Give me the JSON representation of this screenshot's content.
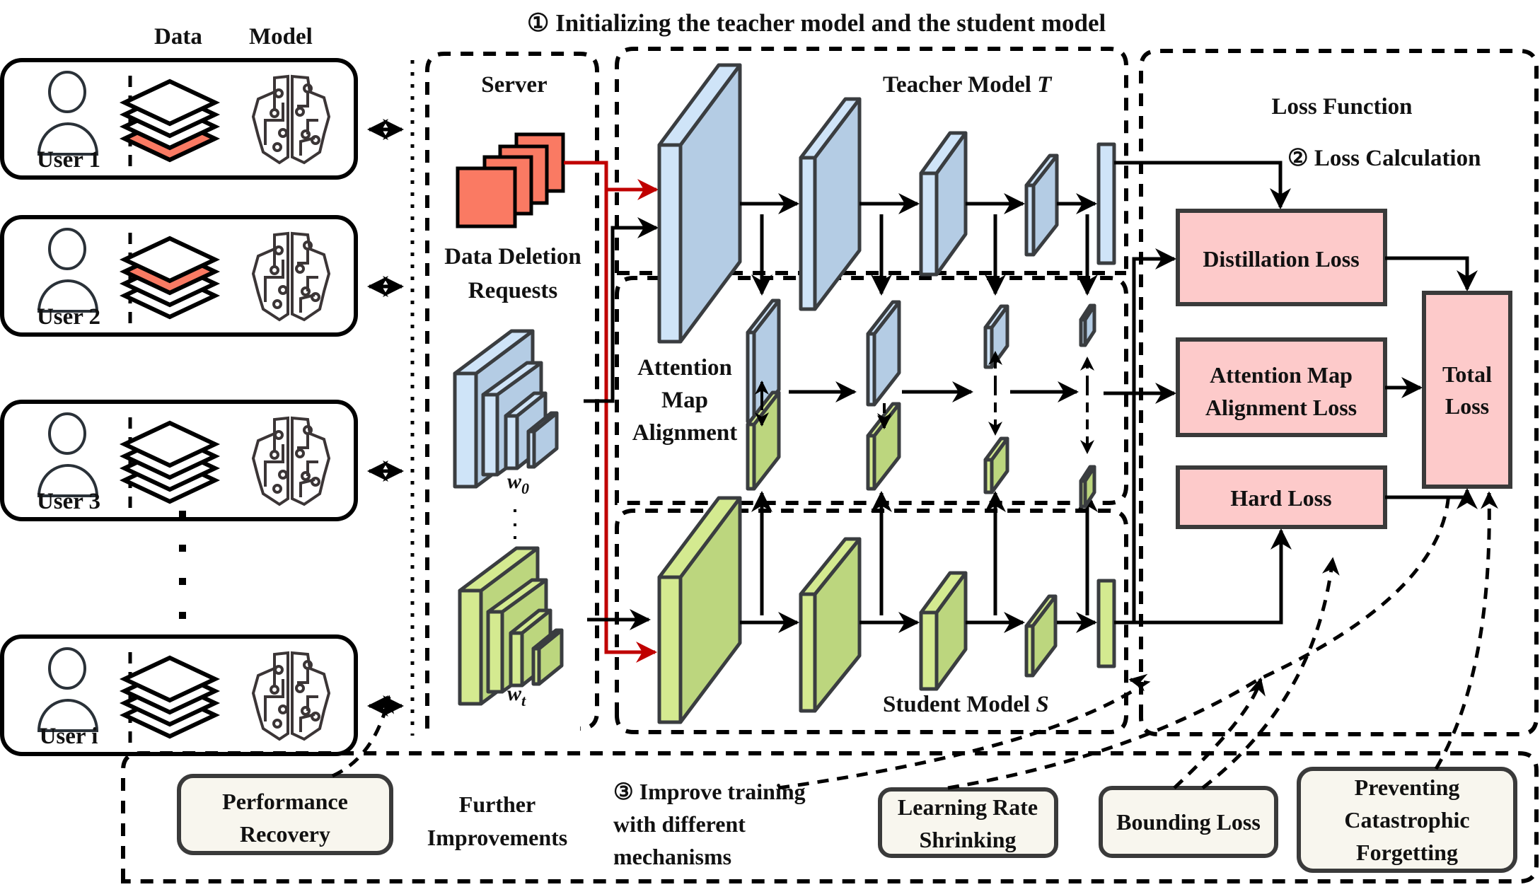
{
  "title": "① Initializing the teacher model and the student model",
  "column_headers": {
    "data": "Data",
    "model": "Model"
  },
  "users": [
    {
      "label": "User 1",
      "deleted_layer": 4
    },
    {
      "label": "User 2",
      "deleted_layer": 2
    },
    {
      "label": "User 3",
      "deleted_layer": 0
    },
    {
      "label": "User i",
      "deleted_layer": 0
    }
  ],
  "server": {
    "title": "Server",
    "deletion_label_line1": "Data Deletion",
    "deletion_label_line2": "Requests",
    "teacher_weights": "w",
    "teacher_weights_sub": "0",
    "student_weights": "w",
    "student_weights_sub": "t"
  },
  "teacher": {
    "title": "Teacher Model ",
    "symbol": "T"
  },
  "student": {
    "title": "Student Model ",
    "symbol": "S"
  },
  "attention": {
    "line1": "Attention",
    "line2": "Map",
    "line3": "Alignment"
  },
  "loss": {
    "title": "Loss Function",
    "step": "② Loss Calculation",
    "distillation": "Distillation Loss",
    "attention_line1": "Attention Map",
    "attention_line2": "Alignment Loss",
    "hard": "Hard Loss",
    "total_line1": "Total",
    "total_line2": "Loss"
  },
  "improvements": {
    "performance_line1": "Performance",
    "performance_line2": "Recovery",
    "further_line1": "Further",
    "further_line2": "Improvements",
    "step_line1": "③ Improve training",
    "step_line2": "with different",
    "step_line3": "mechanisms",
    "lr_line1": "Learning Rate",
    "lr_line2": "Shrinking",
    "bounding": "Bounding Loss",
    "pcf_line1": "Preventing",
    "pcf_line2": "Catastrophic",
    "pcf_line3": "Forgetting"
  },
  "colors": {
    "teacher_front": "#cfe4f8",
    "teacher_side": "#b4cce4",
    "student_front": "#d4ea90",
    "student_side": "#bcd67e",
    "deletion": "#fa7a63",
    "loss_box": "#fdcaca",
    "mechanism_box": "#f8f6ee",
    "highlight_line": "#c00000"
  }
}
